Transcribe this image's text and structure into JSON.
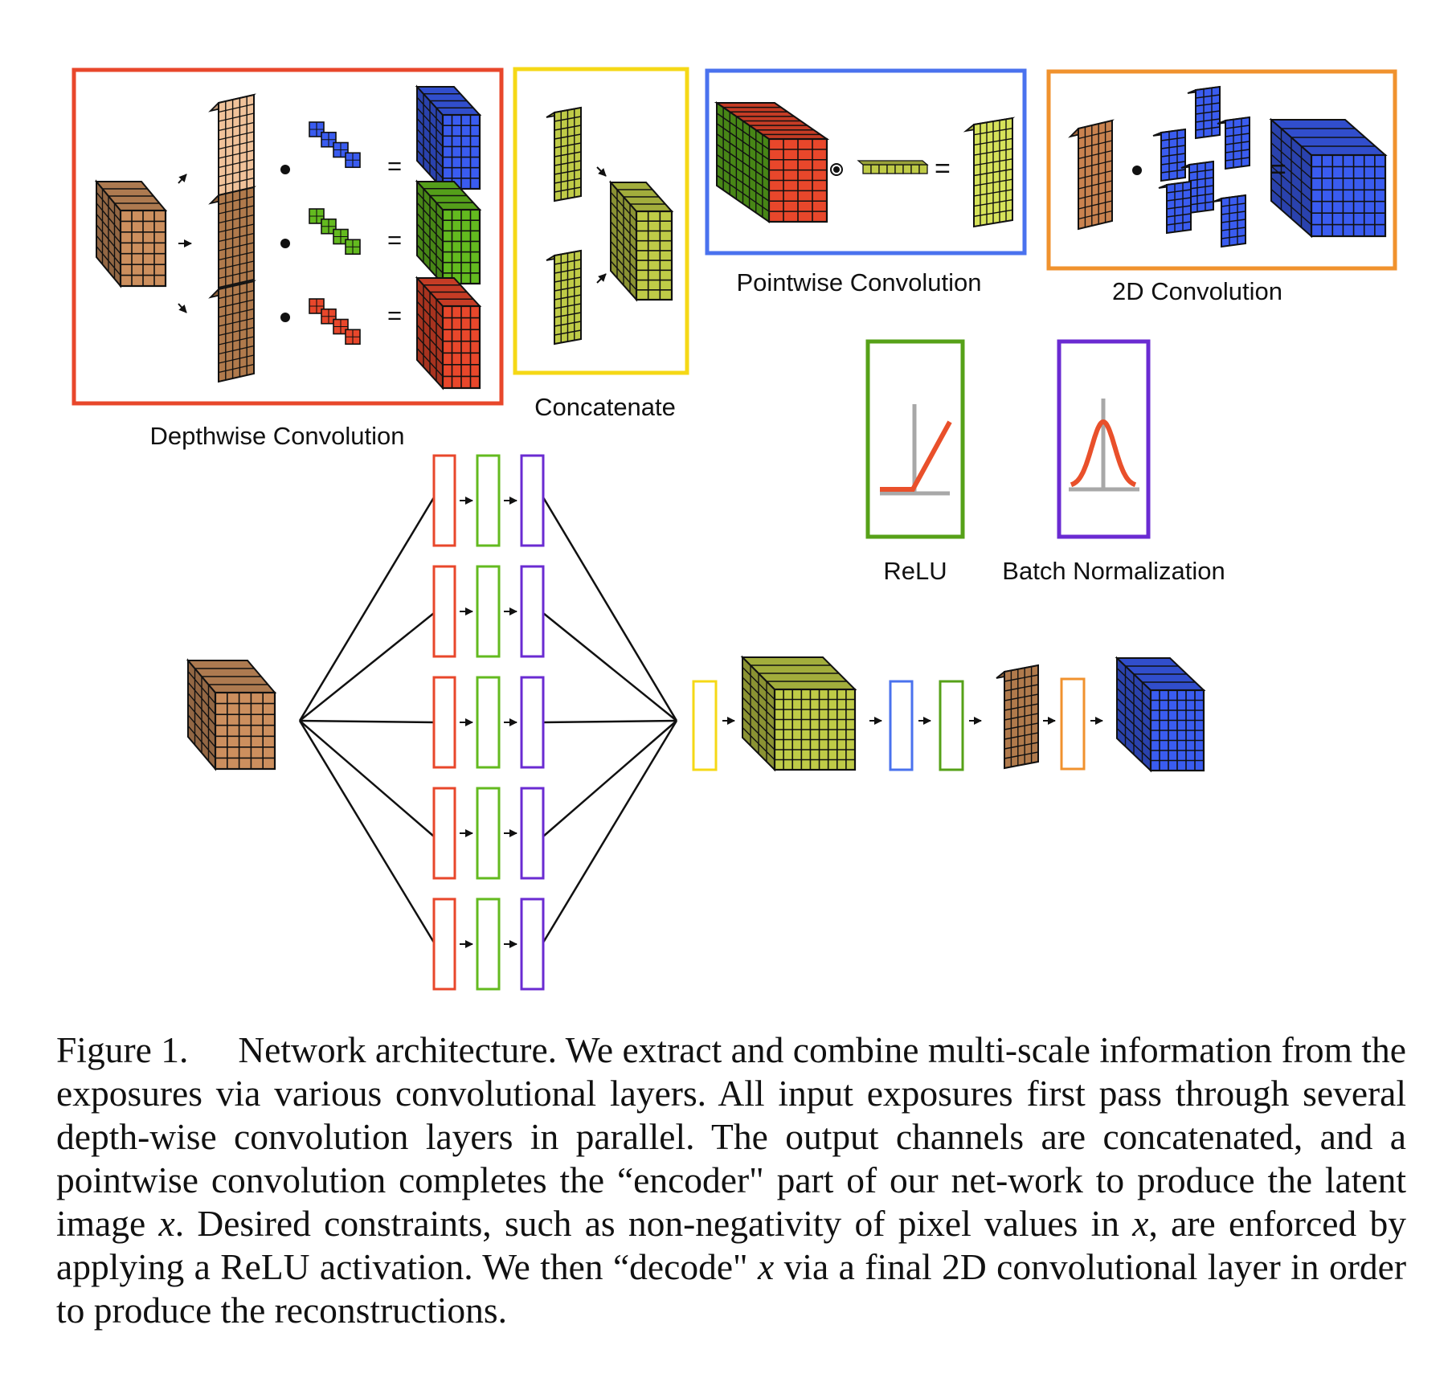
{
  "labels": {
    "depthwise": "Depthwise Convolution",
    "concatenate": "Concatenate",
    "pointwise": "Pointwise Convolution",
    "conv2d": "2D Convolution",
    "relu": "ReLU",
    "batchnorm": "Batch Normalization",
    "equals": "="
  },
  "colors": {
    "depthwise_frame": "#e8472b",
    "concatenate_frame": "#f5d816",
    "pointwise_frame": "#4a72ee",
    "conv2d_frame": "#f0922e",
    "relu_frame": "#56a118",
    "batchnorm_frame": "#6a2bd2",
    "tan": "#cc8f5e",
    "blue": "#3a5cf0",
    "green": "#63ba1f",
    "red": "#e8472b",
    "olive": "#bfcb47",
    "curve": "#e9502b",
    "axis": "#a8a8a8"
  },
  "caption": {
    "figure_label": "Figure 1.",
    "s1": "Network architecture. We extract and combine multi-scale information from the exposures via various convolutional layers. All input exposures first pass through several depth-wise convolution layers in parallel. The output channels are concatenated, and a pointwise convolution completes the “encoder\" part of our net-work to produce the latent image ",
    "x1": "x",
    "s2": ". Desired constraints, such as non-negativity of pixel values in ",
    "x2": "x",
    "s3": ", are enforced by applying a ReLU activation. We then “decode\" ",
    "x3": "x",
    "s4": " via a final 2D convolutional layer in order to produce the reconstructions."
  }
}
